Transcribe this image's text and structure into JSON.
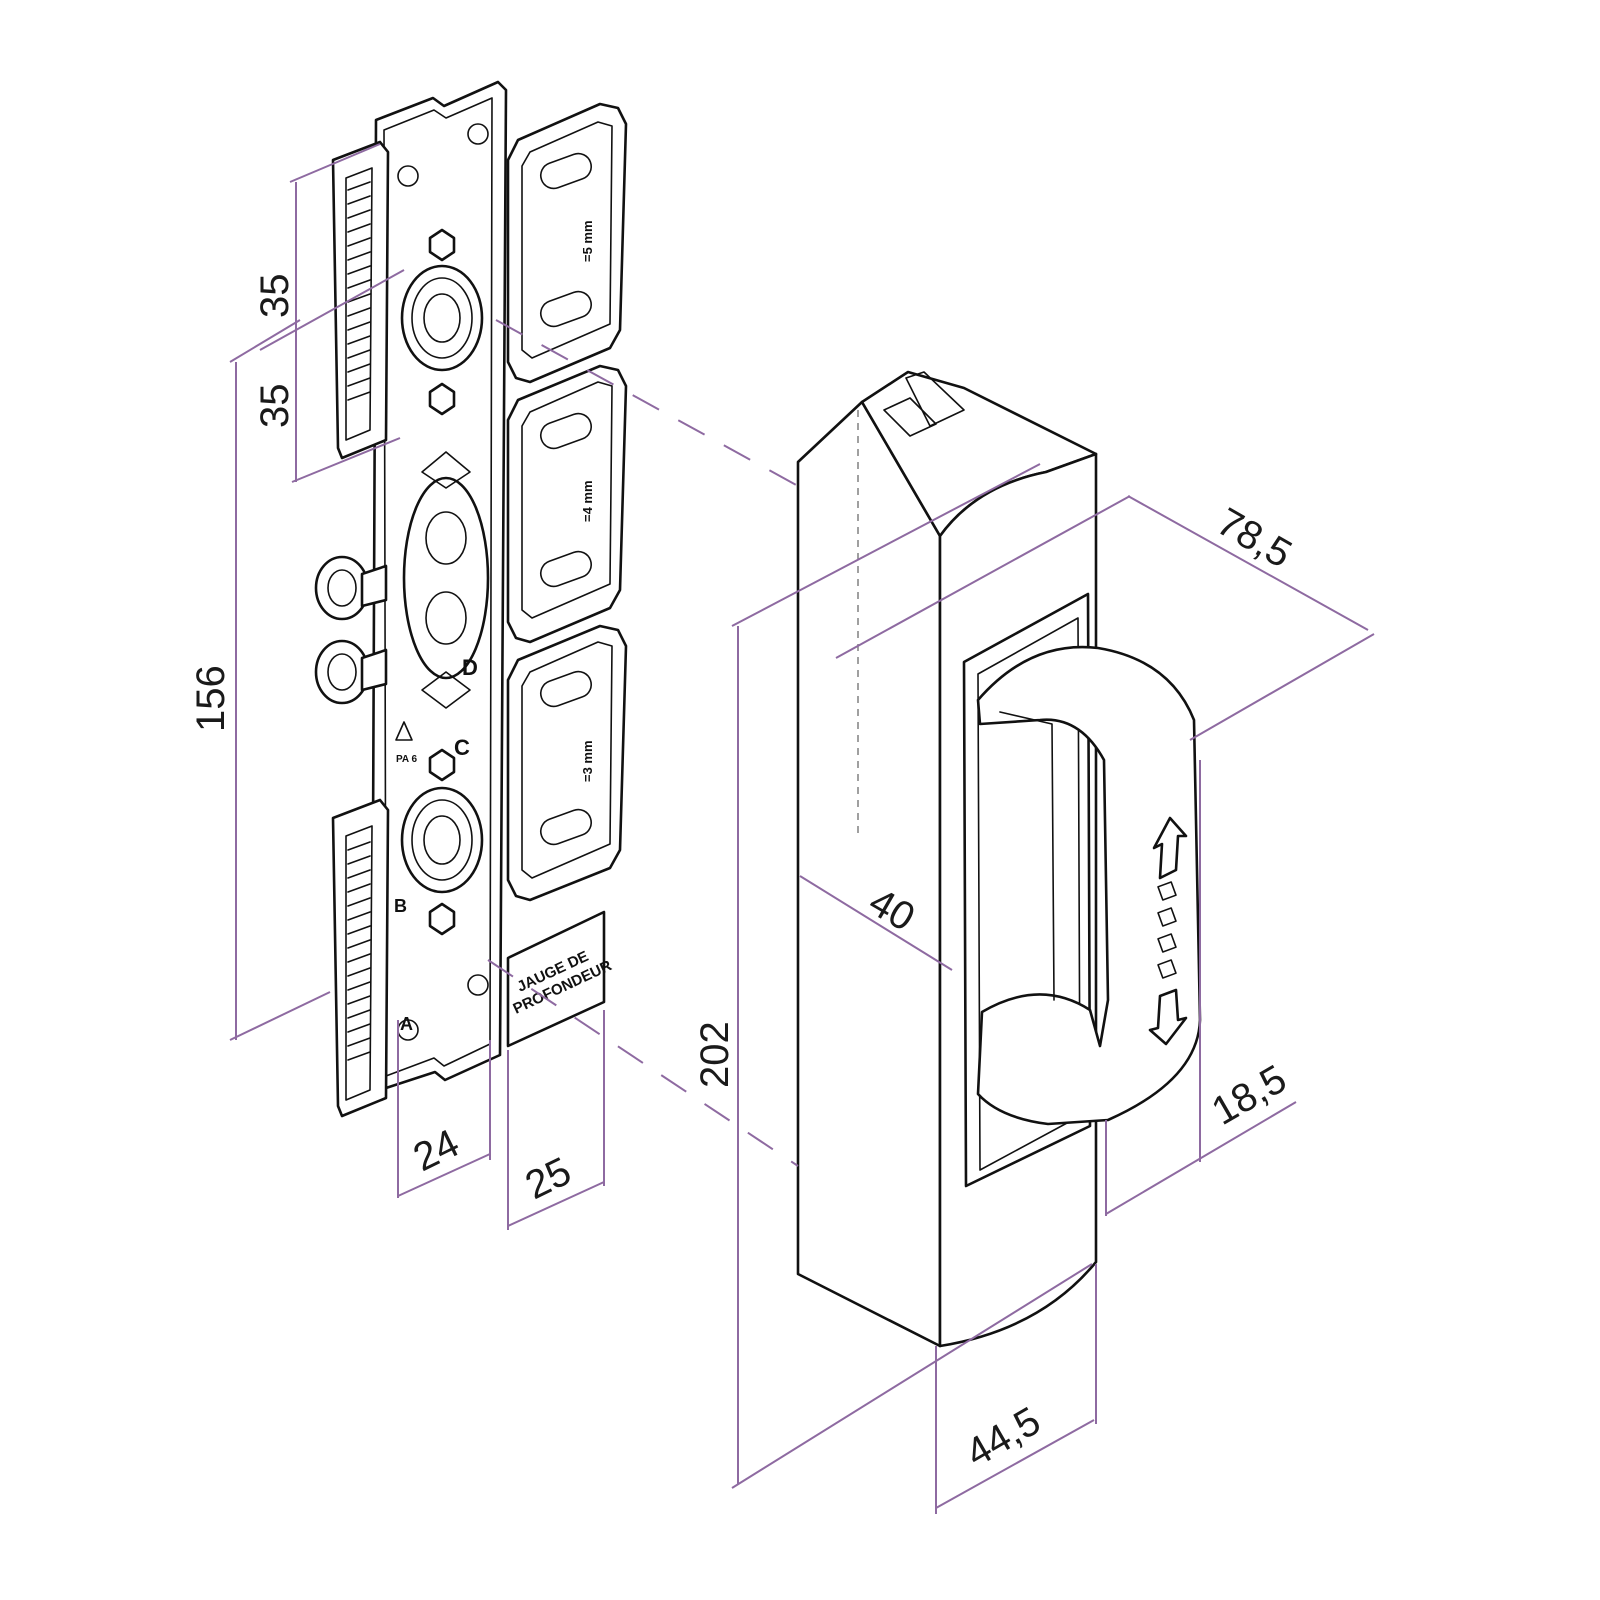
{
  "colors": {
    "line": "#111111",
    "dimension": "#8e6aa1",
    "background": "#ffffff"
  },
  "dimensions": {
    "d35_top": "35",
    "d35_bottom": "35",
    "d156": "156",
    "d24": "24",
    "d25": "25",
    "d202": "202",
    "d40": "40",
    "d78_5": "78,5",
    "d18_5": "18,5",
    "d44_5": "44,5"
  },
  "plate_labels": {
    "gauge_line1": "JAUGE DE",
    "gauge_line2": "PROFONDEUR",
    "letter_d": "D",
    "letter_c": "C",
    "letter_b": "B",
    "letter_a": "A",
    "material": "PA 6"
  },
  "spacer_labels": {
    "top": "=5 mm",
    "middle": "=4 mm",
    "bottom": "=3 mm"
  }
}
